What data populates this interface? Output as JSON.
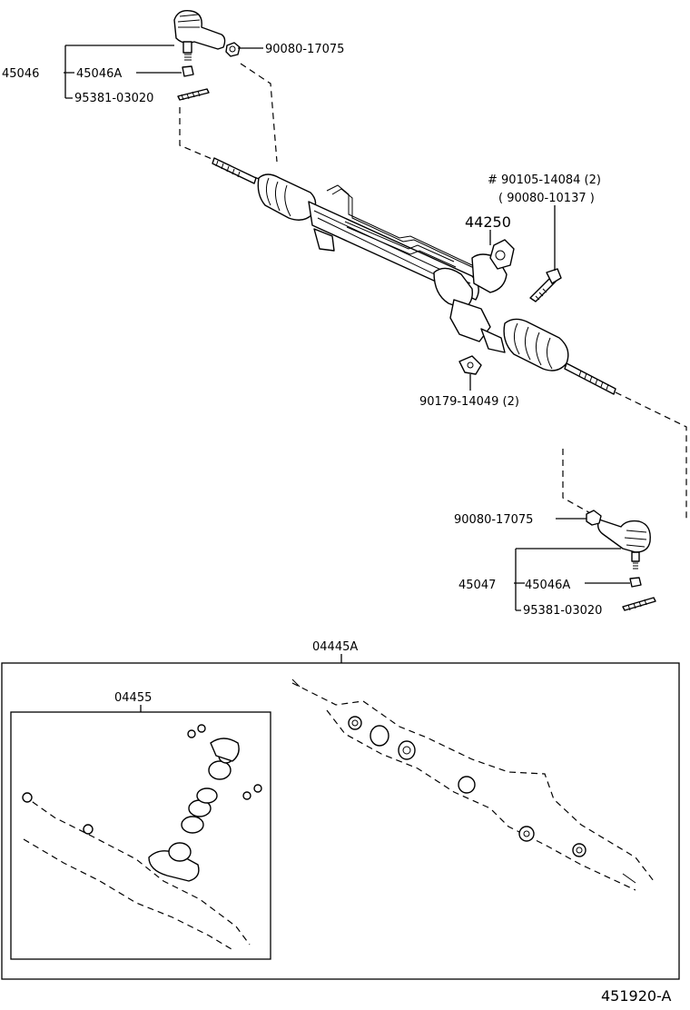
{
  "labels": {
    "p45046": "45046",
    "p45046A_top": "45046A",
    "p90080_17075_top": "90080-17075",
    "p95381_03020_top": "95381-03020",
    "p90105_14084": "# 90105-14084 (2)",
    "p90080_10137": "( 90080-10137 )",
    "p44250": "44250",
    "p90179_14049": "90179-14049 (2)",
    "p90080_17075_bottom": "90080-17075",
    "p45047": "45047",
    "p45046A_bottom": "45046A",
    "p95381_03020_bottom": "95381-03020",
    "p04445A": "04445A",
    "p04455": "04455",
    "figure_code": "451920-A"
  }
}
